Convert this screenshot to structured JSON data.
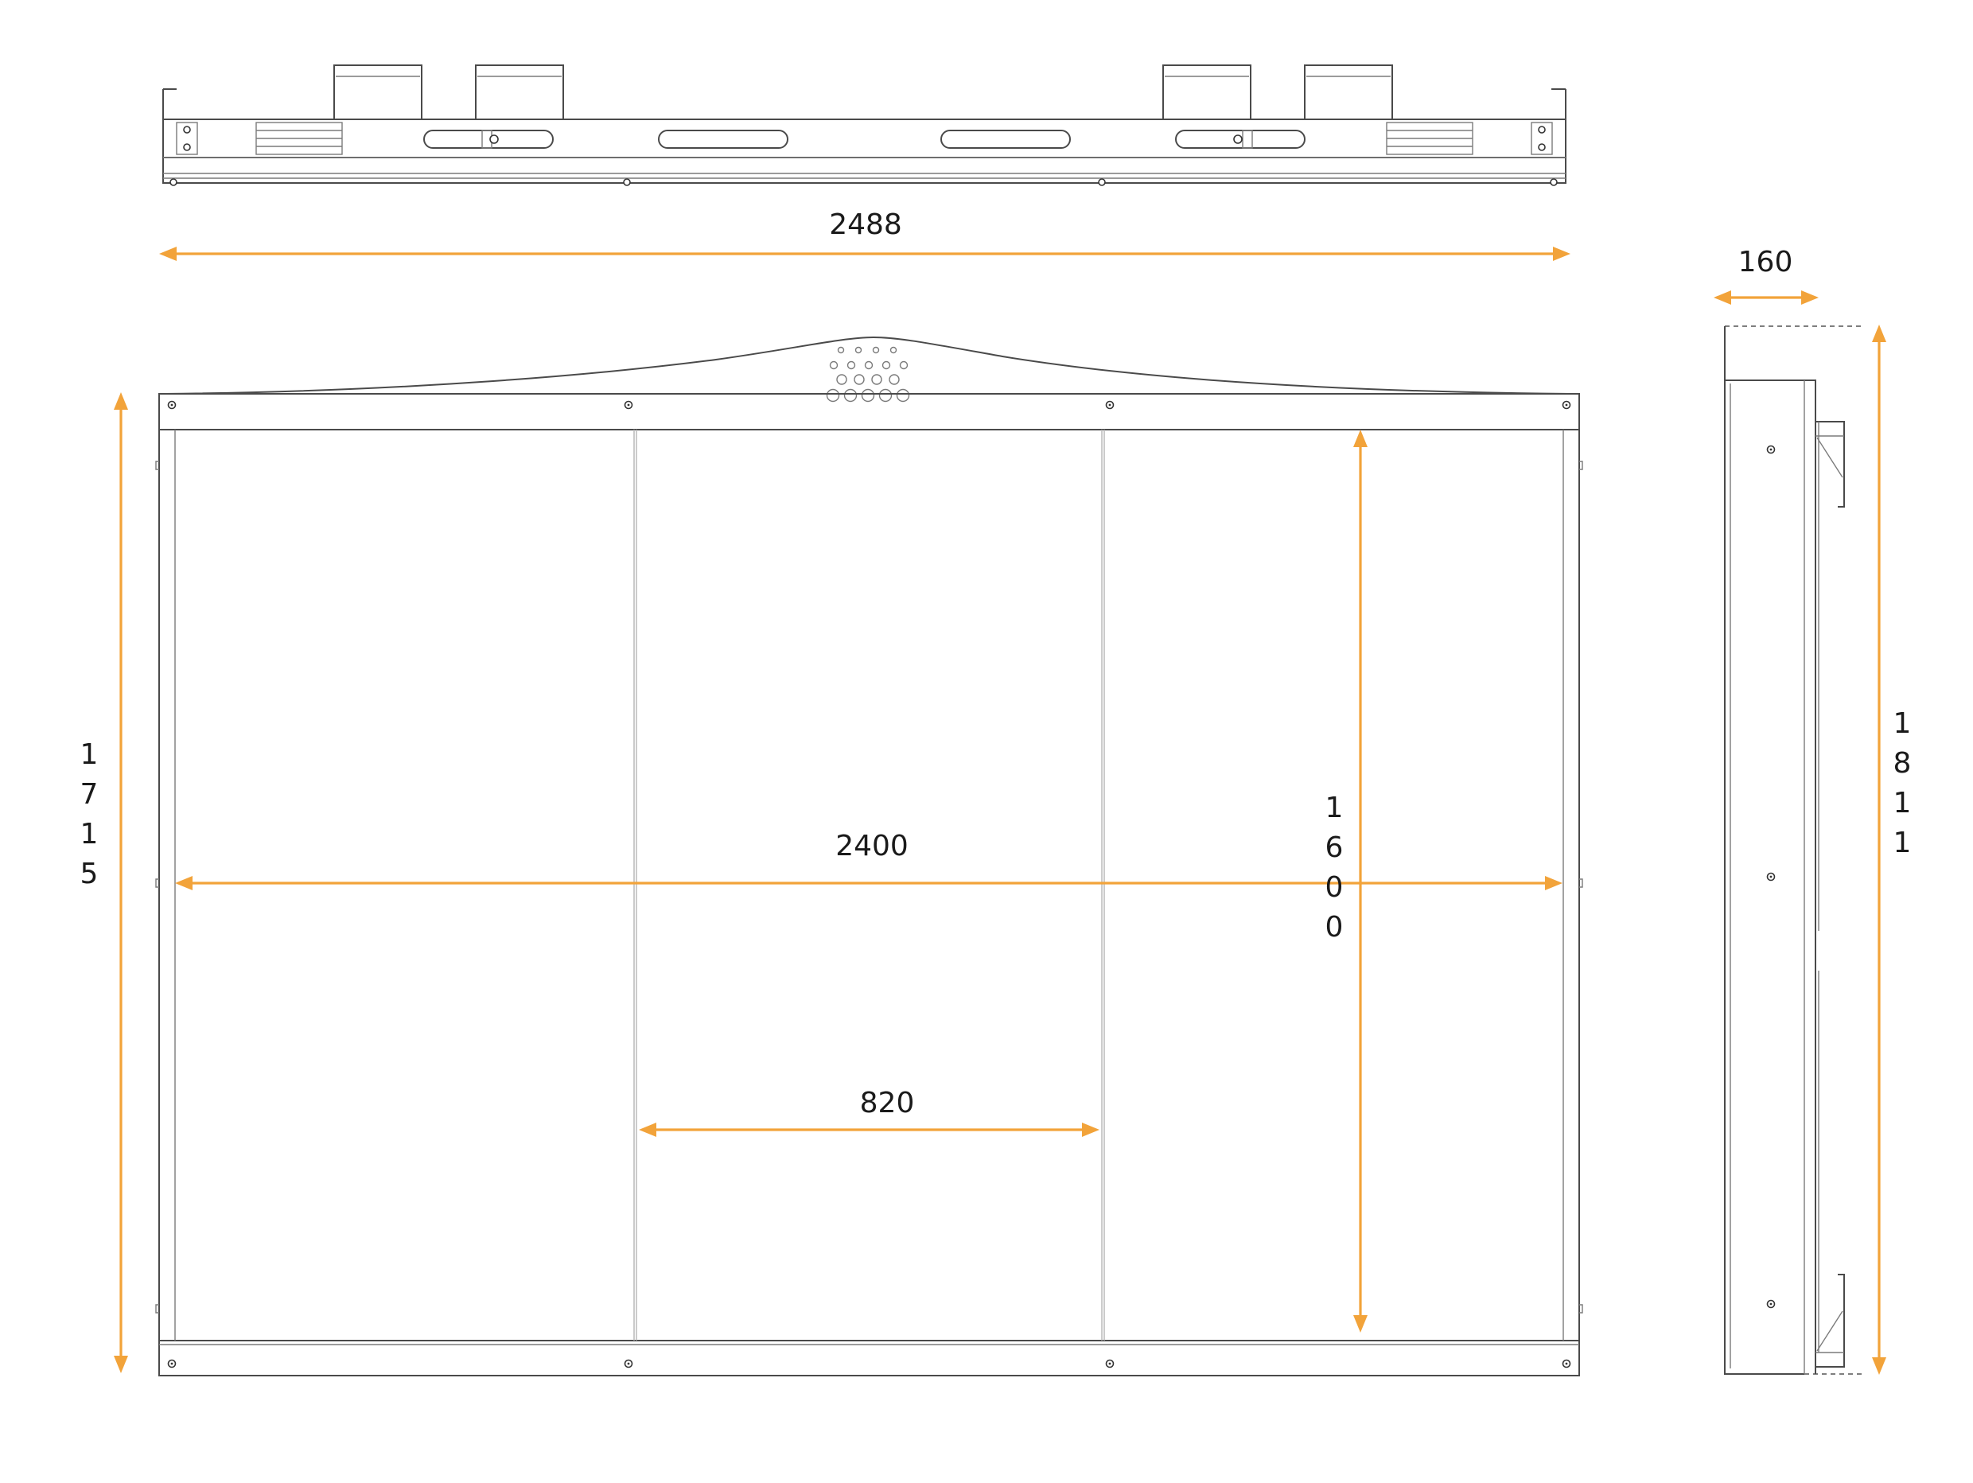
{
  "dimensions": {
    "top_width": "2488",
    "outer_height": "1715",
    "inner_width": "2400",
    "inner_height": "1600",
    "panel_width": "820",
    "depth": "160",
    "side_height": "1811"
  },
  "colors": {
    "dimension_line": "#f2a33a",
    "outline": "#4a4a4a",
    "background": "#ffffff"
  }
}
